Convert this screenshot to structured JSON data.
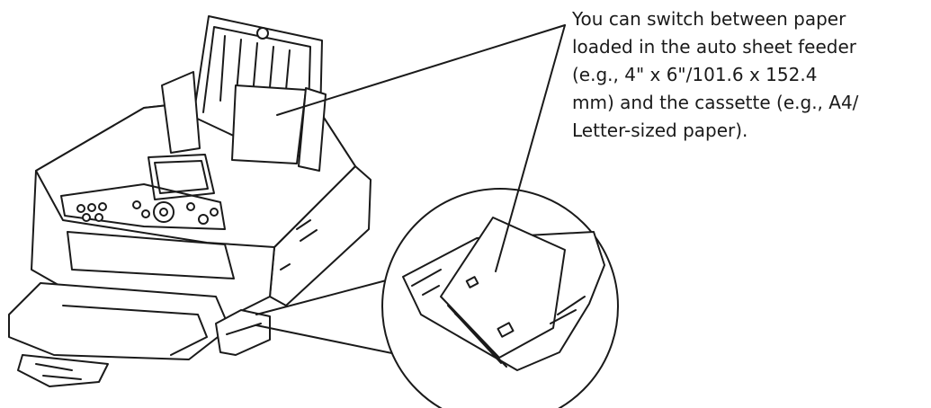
{
  "callout": {
    "text": "You can switch between paper\nloaded in the auto sheet feeder\n(e.g., 4\" x 6\"/101.6 x 152.4\nmm) and the cassette (e.g., A4/\nLetter-sized paper)."
  },
  "colors": {
    "line": "#1a1a1a",
    "fill": "#ffffff"
  },
  "icons": {
    "printer": "printer-drawing",
    "cassette": "paper-cassette-drawing"
  }
}
